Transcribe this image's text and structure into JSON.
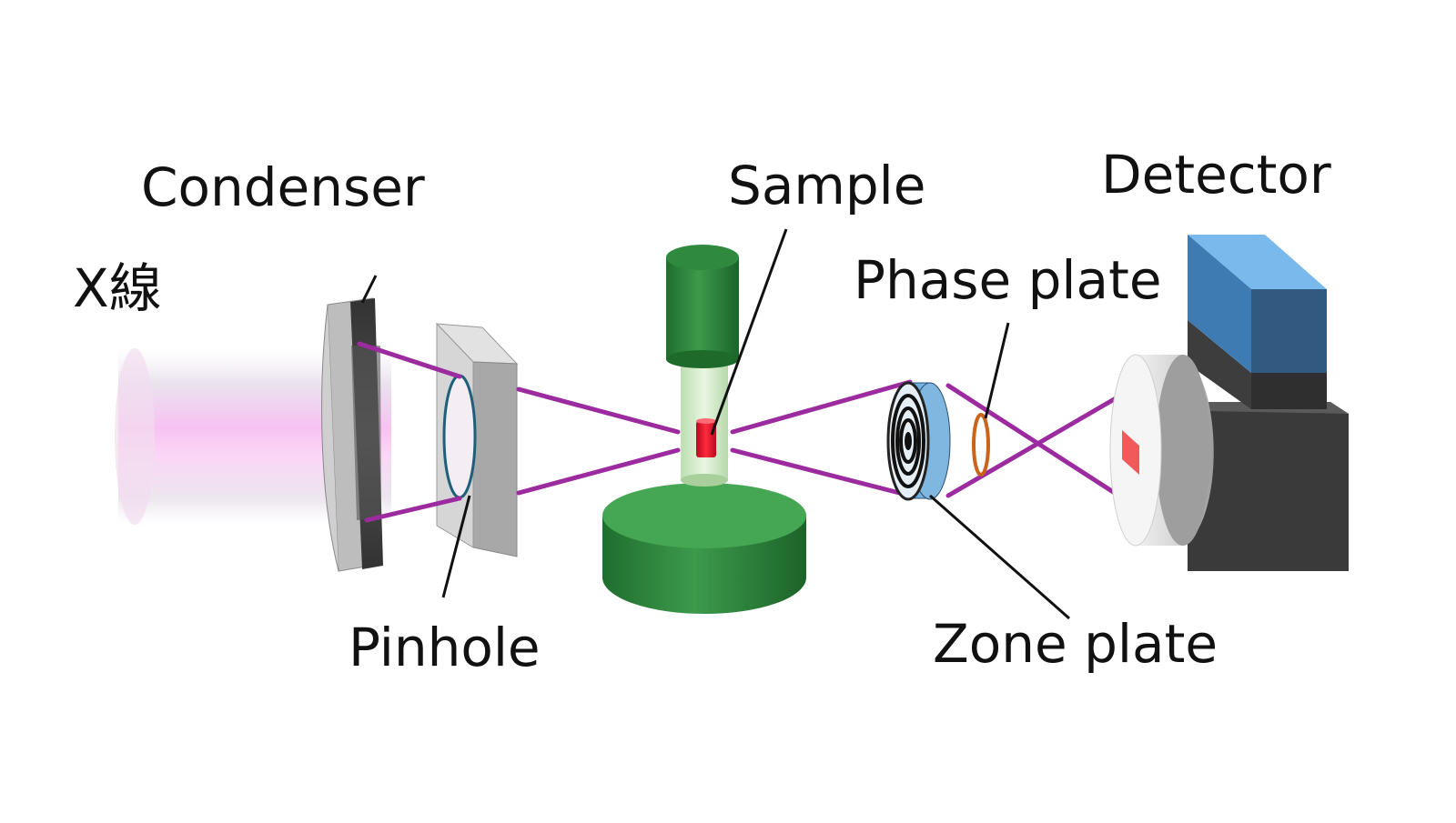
{
  "labels": {
    "xray": "X線",
    "condenser": "Condenser",
    "pinhole": "Pinhole",
    "sample": "Sample",
    "phase_plate": "Phase plate",
    "zone_plate": "Zone plate",
    "detector": "Detector"
  },
  "colors": {
    "beam": "#9b2b9e",
    "xray_glow": "#f6c6f1",
    "sample_holder": "#2f8a3f",
    "sample": "#e8102a",
    "zone_plate": "#8ec7ee",
    "phase_plate": "#c8641e",
    "detector_top": "#6aaee5",
    "detector_body": "#3a3a3a",
    "detector_screen": "#f05a5a"
  }
}
